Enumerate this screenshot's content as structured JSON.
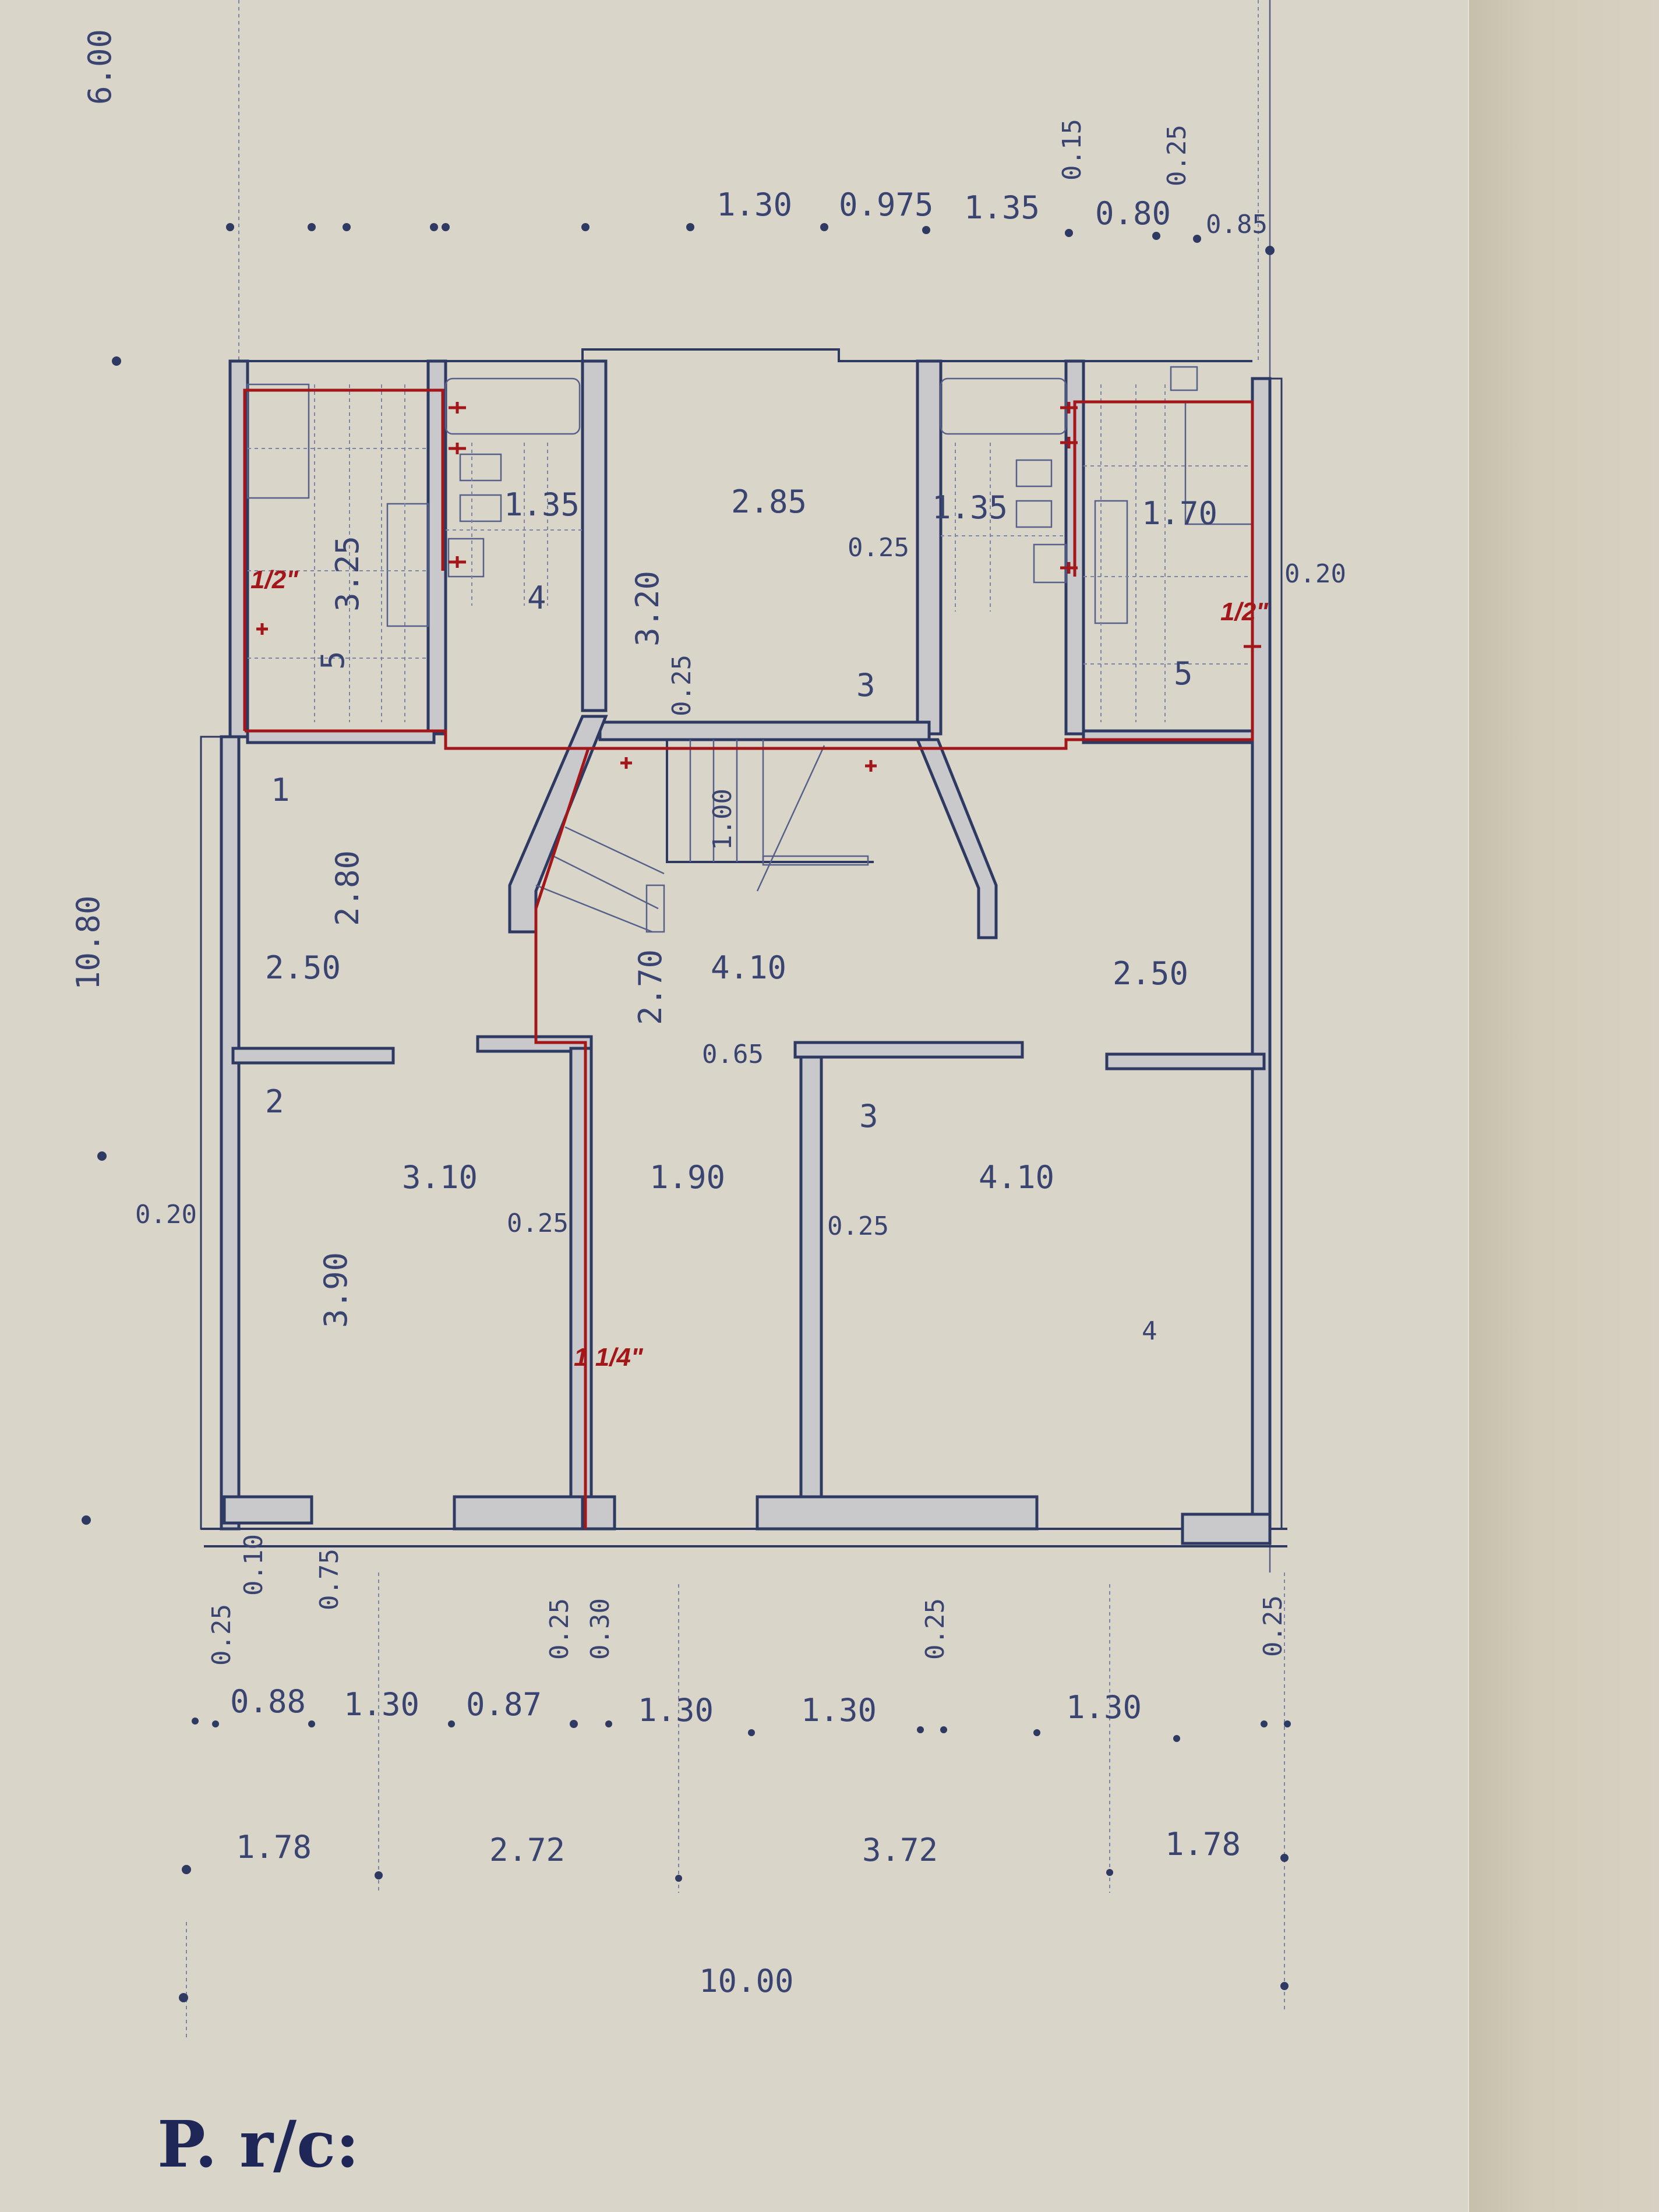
{
  "document": {
    "type": "floor-plan",
    "title": "P. r/c:",
    "colors": {
      "paper": "#d9d5c8",
      "ink": "#2f3a63",
      "wall_fill": "#c9c9cc",
      "red_markup": "#a3161a"
    }
  },
  "side_dimensions": {
    "left_top": "6.00",
    "left_overall": "10.80",
    "right_wall": "0.20"
  },
  "top_dimension_row": [
    "1.30",
    "0.975",
    "1.35",
    "0.15",
    "0.80",
    "0.25",
    "0.85"
  ],
  "rooms": {
    "top_left": {
      "width": "3.25",
      "sub_width": "1.35",
      "number": "5",
      "number2": "4"
    },
    "top_center": {
      "width": "2.85",
      "depth": "3.20",
      "wall": "0.25",
      "wall2": "0.25",
      "number": "3"
    },
    "top_right": {
      "sub_width": "1.35",
      "width": "1.70",
      "number": "5"
    },
    "stair": {
      "width": "1.00",
      "depth": "2.70",
      "hall_width": "4.10",
      "landing": "0.65"
    },
    "mid_left": {
      "number": "1",
      "depth": "2.80",
      "width": "2.50"
    },
    "mid_right": {
      "width": "2.50"
    },
    "bottom_left": {
      "number": "2",
      "width": "3.10",
      "depth": "3.90",
      "wall_left": "0.20",
      "wall_right": "0.25"
    },
    "bottom_corridor": {
      "width": "1.90"
    },
    "bottom_right": {
      "number": "3",
      "width": "4.10",
      "wall": "0.25",
      "number2": "4"
    }
  },
  "red_markup": {
    "pipe_left": "1/2\"",
    "pipe_right": "1/2\"",
    "pipe_main": "1 1/4\""
  },
  "bottom_dimension_rows": {
    "vertical_labels": [
      "0.25",
      "0.10",
      "0.75",
      "0.25",
      "0.30",
      "0.25",
      "0.25"
    ],
    "openings": [
      "0.88",
      "1.30",
      "0.87",
      "1.30",
      "1.30",
      "1.30"
    ],
    "bays": [
      "1.78",
      "2.72",
      "3.72",
      "1.78"
    ],
    "total": "10.00"
  }
}
